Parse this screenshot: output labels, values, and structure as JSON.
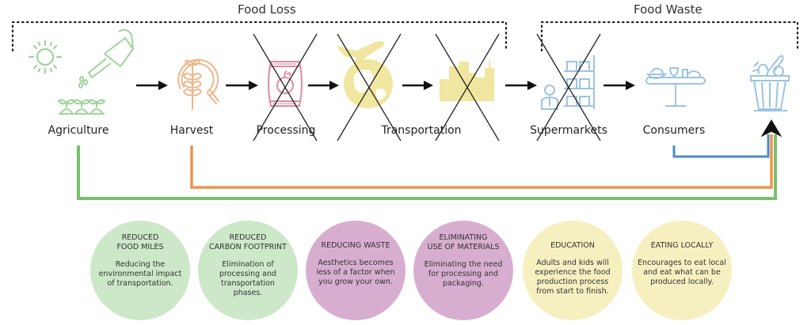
{
  "groups": {
    "food_loss": "Food Loss",
    "food_waste": "Food Waste"
  },
  "stages": [
    {
      "id": "agriculture",
      "label": "Agriculture",
      "icon": "sun-watering-can-sprouts-icon",
      "crossed": false
    },
    {
      "id": "harvest",
      "label": "Harvest",
      "icon": "wheat-magnifier-icon",
      "crossed": false
    },
    {
      "id": "processing",
      "label": "Processing",
      "icon": "packaged-apple-bag-icon",
      "crossed": true
    },
    {
      "id": "transportation",
      "label": "Transportation",
      "icon": "plane-globe-icon",
      "crossed": true
    },
    {
      "id": "city",
      "label": "",
      "icon": "city-skyline-icon",
      "crossed": true
    },
    {
      "id": "supermarkets",
      "label": "Supermarkets",
      "icon": "shop-shelves-clerk-icon",
      "crossed": true
    },
    {
      "id": "consumers",
      "label": "Consumers",
      "icon": "dining-table-icon",
      "crossed": false
    },
    {
      "id": "waste",
      "label": "",
      "icon": "trash-bin-food-icon",
      "crossed": false
    }
  ],
  "colors": {
    "agriculture": "#9fd49a",
    "harvest": "#f0b58a",
    "processing": "#e08aa0",
    "transport": "#f0e6a0",
    "consumer": "#9cc4e0",
    "line_green": "#78c06e",
    "line_orange": "#f0944a",
    "line_blue": "#4a8cc8",
    "circle_green": "#cce8c8",
    "circle_purple": "#d8aed0",
    "circle_yellow": "#f6f0c0"
  },
  "benefits": [
    {
      "title": "Reduced\nFood Miles",
      "body": "Reducing the\nenvironmental impact\nof transportation.",
      "color": "green"
    },
    {
      "title": "Reduced\nCarbon Footprint",
      "body": "Elimination of\nprocessing and\ntransportation\nphases.",
      "color": "green"
    },
    {
      "title": "Reducing Waste",
      "body": "Aesthetics becomes\nless of a factor when\nyou grow your own.",
      "color": "purple"
    },
    {
      "title": "Eliminating\nUse of Materials",
      "body": "Eliminating the need\nfor processing and\npackaging.",
      "color": "purple"
    },
    {
      "title": "Education",
      "body": "Adults and kids will\nexperience the food\nproduction process\nfrom start to finish.",
      "color": "yellow"
    },
    {
      "title": "Eating Locally",
      "body": "Encourages to eat local\nand eat what can be\nproduced locally.",
      "color": "yellow"
    }
  ]
}
